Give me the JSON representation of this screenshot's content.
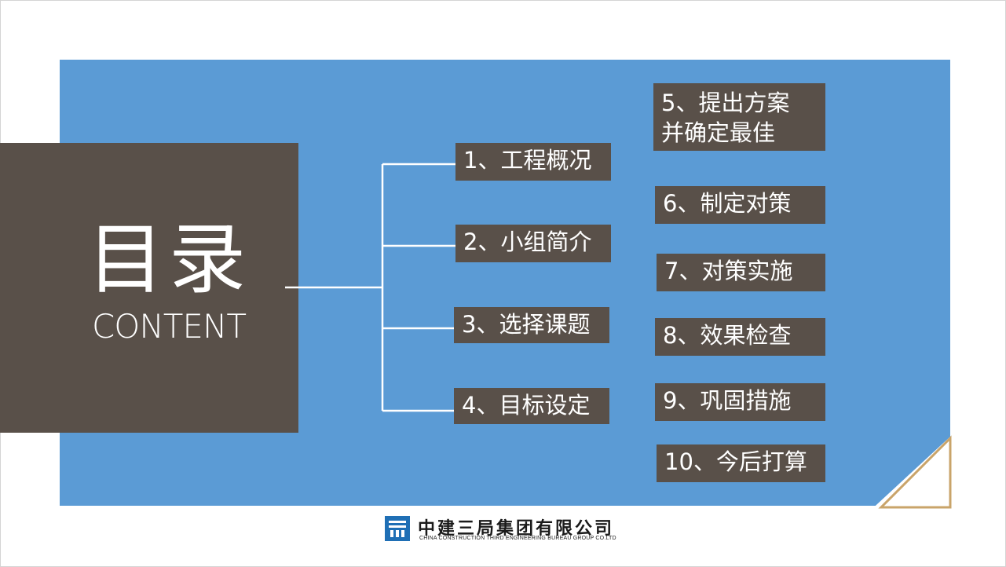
{
  "title": {
    "main": "目录",
    "sub": "CONTENT"
  },
  "left_items": [
    "1、工程概况",
    "2、小组简介",
    "3、选择课题",
    "4、目标设定"
  ],
  "right_items": [
    "5、提出方案并确定最佳",
    "6、制定对策",
    "7、对策实施",
    "8、效果检查",
    "9、巩固措施",
    "10、今后打算"
  ],
  "logo": {
    "cn": "中建三局集团有限公司",
    "en": "CHINA CONSTRUCTION THIRD ENGINEERING BUREAU GROUP CO.LTD"
  },
  "colors": {
    "panel_blue": "#5b9bd5",
    "box_brown": "#595049",
    "corner_gold": "#c9a46a",
    "logo_blue": "#1f6fb5"
  }
}
